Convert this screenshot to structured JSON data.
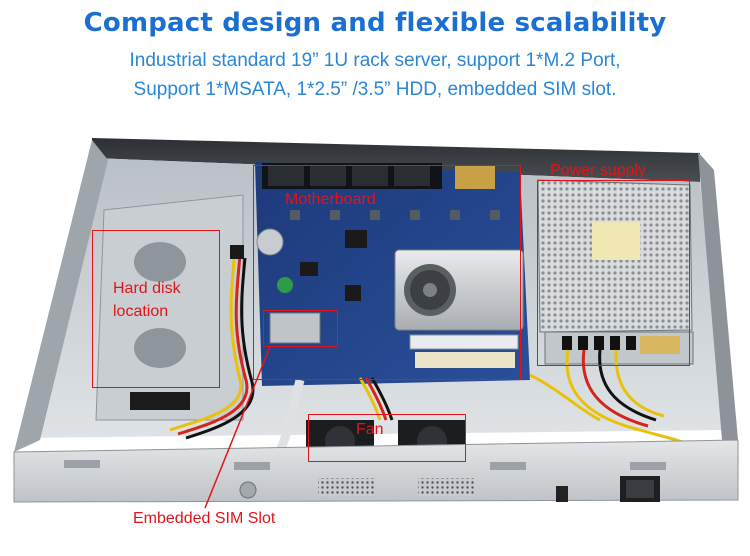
{
  "headline": "Compact design and flexible scalability",
  "subline1": "Industrial standard 19”  1U rack server, support 1*M.2 Port,",
  "subline2": "Support 1*MSATA, 1*2.5”  /3.5”  HDD, embedded SIM slot.",
  "callouts": {
    "motherboard": "Motherboard",
    "power_supply": "Power supply",
    "hard_disk_1": "Hard disk",
    "hard_disk_2": "location",
    "fan": "Fan",
    "sim_slot": "Embedded SIM Slot"
  },
  "colors": {
    "headline": "#1a6fd0",
    "subline": "#2a86d6",
    "callout": "#e0151b"
  }
}
